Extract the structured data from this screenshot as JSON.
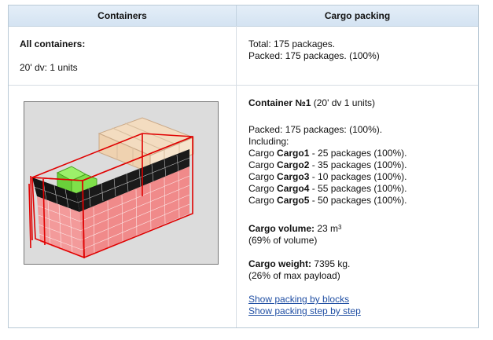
{
  "columns": {
    "containers": "Containers",
    "cargo_packing": "Cargo packing"
  },
  "summary": {
    "all_containers_label": "All containers:",
    "container_line": "20' dv: 1 units",
    "total": "Total: 175 packages.",
    "packed": "Packed: 175 packages. (100%)"
  },
  "container": {
    "title": "Container №1",
    "title_suffix": " (20' dv 1 units)",
    "packed": "Packed: 175 packages: (100%).",
    "including": "Including:",
    "cargo_prefix": "Cargo ",
    "cargos": [
      {
        "name": "Cargo1",
        "detail": " - 25 packages (100%)."
      },
      {
        "name": "Cargo2",
        "detail": " - 35 packages (100%)."
      },
      {
        "name": "Cargo3",
        "detail": " - 10 packages (100%)."
      },
      {
        "name": "Cargo4",
        "detail": " - 55 packages (100%)."
      },
      {
        "name": "Cargo5",
        "detail": " - 50 packages (100%)."
      }
    ],
    "volume_label": "Cargo volume:",
    "volume_value": " 23 m",
    "volume_sup": "3",
    "volume_pct": "(69% of volume)",
    "weight_label": "Cargo weight:",
    "weight_value": " 7395 kg.",
    "weight_pct": "(26% of max payload)"
  },
  "links": {
    "by_blocks": "Show packing by blocks",
    "step_by_step": "Show packing step by step"
  },
  "colors": {
    "header_bg": "#dce8f5",
    "link": "#1f4ea3",
    "container_outline": "#e00000",
    "cargo_red": "#f08a8a",
    "cargo_black": "#111111",
    "cargo_beige": "#f3dcc0",
    "cargo_green": "#7fe04a"
  }
}
